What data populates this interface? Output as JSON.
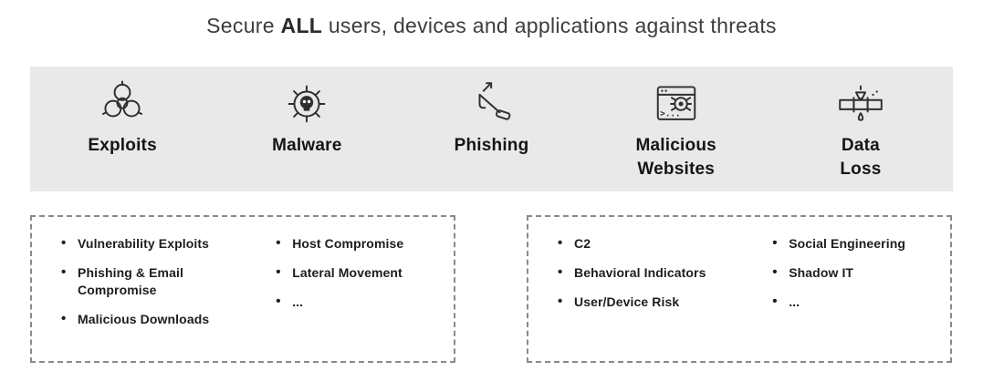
{
  "title": {
    "prefix": "Secure ",
    "bold": "ALL",
    "suffix": " users, devices and applications against threats"
  },
  "threat_band": {
    "items": [
      {
        "label": "Exploits",
        "icon": "biohazard-icon"
      },
      {
        "label": "Malware",
        "icon": "skull-malware-icon"
      },
      {
        "label": "Phishing",
        "icon": "fishing-rod-icon"
      },
      {
        "label": "Malicious\nWebsites",
        "icon": "browser-bug-icon"
      },
      {
        "label": "Data\nLoss",
        "icon": "leaking-pipe-icon"
      }
    ]
  },
  "boxes": [
    {
      "col1": [
        "Vulnerability Exploits",
        "Phishing & Email Compromise",
        "Malicious Downloads"
      ],
      "col2": [
        "Host Compromise",
        "Lateral Movement",
        "..."
      ]
    },
    {
      "col1": [
        "C2",
        "Behavioral Indicators",
        "User/Device Risk"
      ],
      "col2": [
        "Social Engineering",
        "Shadow IT",
        "..."
      ]
    }
  ],
  "colors": {
    "band_background": "#e9e9e9",
    "text": "#1d1d1d",
    "dashed_border": "#8a8a8a"
  }
}
